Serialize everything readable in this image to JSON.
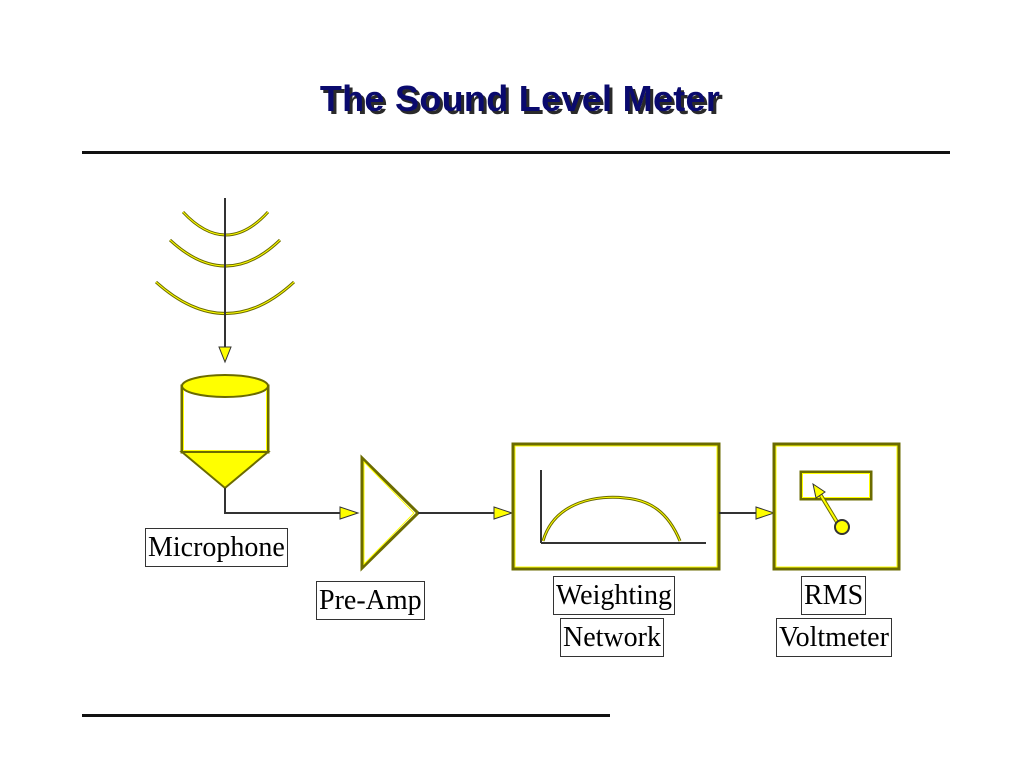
{
  "slide": {
    "title": "The Sound Level Meter"
  },
  "diagram": {
    "microphone_label": "Microphone",
    "preamp_label": "Pre-Amp",
    "weighting_label_line1": "Weighting",
    "weighting_label_line2": "Network",
    "voltmeter_label_line1": "RMS",
    "voltmeter_label_line2": "Voltmeter"
  },
  "colors": {
    "fill": "#ffff00",
    "outline": "#6b6b00",
    "line": "#333333",
    "title": "#0a0a6e"
  }
}
